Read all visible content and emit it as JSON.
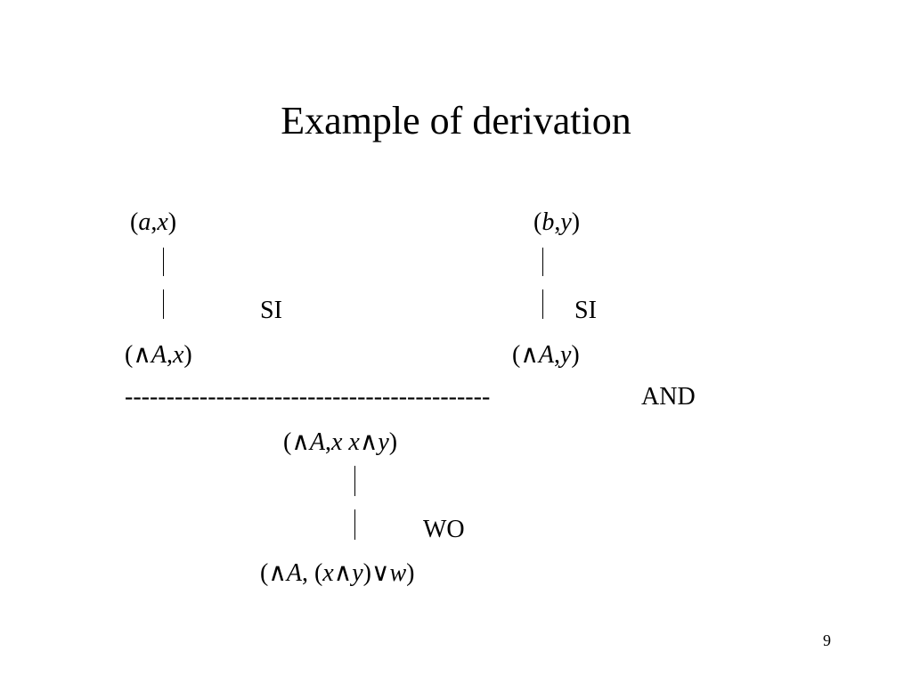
{
  "slide": {
    "title": "Example of derivation",
    "page_number": "9"
  },
  "derivation": {
    "left_premise": {
      "open": "(",
      "a": "a",
      "comma": ",",
      "x": "x",
      "close": ")"
    },
    "right_premise": {
      "open": "(",
      "b": "b",
      "comma": ",",
      "y": "y",
      "close": ")"
    },
    "left_rule": "SI",
    "right_rule": "SI",
    "left_result": {
      "open": "(",
      "op": "∧",
      "A": "A",
      "comma": ",",
      "x": "x",
      "close": ")"
    },
    "right_result": {
      "open": "(",
      "op": "∧",
      "A": "A",
      "comma": ",",
      "y": "y",
      "close": ")"
    },
    "separator": "--------------------------------------------",
    "join_rule": "AND",
    "joined": {
      "open": "(",
      "op": "∧",
      "A": "A",
      "comma": ",",
      "x1": "x",
      "space": " ",
      "x2": "x",
      "op2": "∧",
      "y": "y",
      "close": ")"
    },
    "final_rule": "WO",
    "final": {
      "open": "(",
      "op": "∧",
      "A": "A",
      "comma": ", ",
      "open2": "(",
      "x": "x",
      "op2": "∧",
      "y": "y",
      "close2": ")",
      "op3": "∨",
      "w": "w",
      "close": ")"
    }
  }
}
